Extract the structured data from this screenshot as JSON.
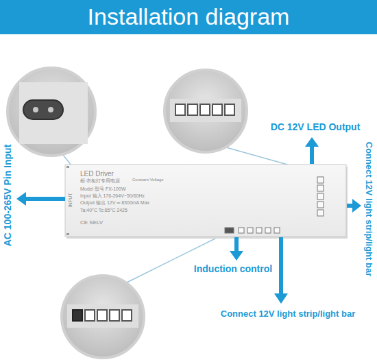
{
  "diagram": {
    "title": "Installation diagram",
    "nodes": [
      {
        "text": [
          "LED Driver",
          "橱·衣柜灯专用电源",
          "Constant Voltage",
          "Model 型号 FX-100W",
          "Input 输入 176-264V~50/60Hz",
          "Output 输出 12V ═ 8300mA Max",
          "Ta:40°C Tc:85°C 2425",
          "INPUT",
          "CE SELV"
        ]
      }
    ],
    "labels": [
      "AC 100-265V Pin Input",
      "DC 12V LED Output",
      "Connect 12V light strip/light bar",
      "Induction control",
      "Connect 12V light strip/light bar"
    ]
  }
}
